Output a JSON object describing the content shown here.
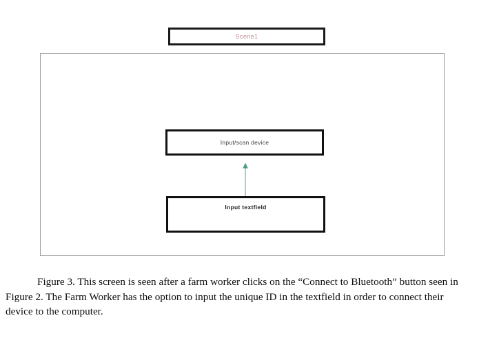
{
  "mockup": {
    "scene": {
      "label": "Scene1",
      "color": "#c08b93"
    },
    "frame": {
      "name": "screen-frame",
      "border_color": "#9a9a9e"
    },
    "elements": [
      {
        "id": "input-scan-device",
        "label": "Input/scan device",
        "bold": false
      },
      {
        "id": "input-textfield",
        "label": "Input textfield",
        "bold": true
      }
    ],
    "connector": {
      "icon": "arrow-up-icon",
      "from": "input-textfield",
      "to": "input-scan-device",
      "color": "#6ab7a4"
    }
  },
  "caption": {
    "text": "Figure 3. This screen is seen after a farm worker clicks on the “Connect to Bluetooth” button seen in Figure 2. The Farm Worker has the option to input the unique ID in the textfield in order to connect their device to the computer."
  }
}
